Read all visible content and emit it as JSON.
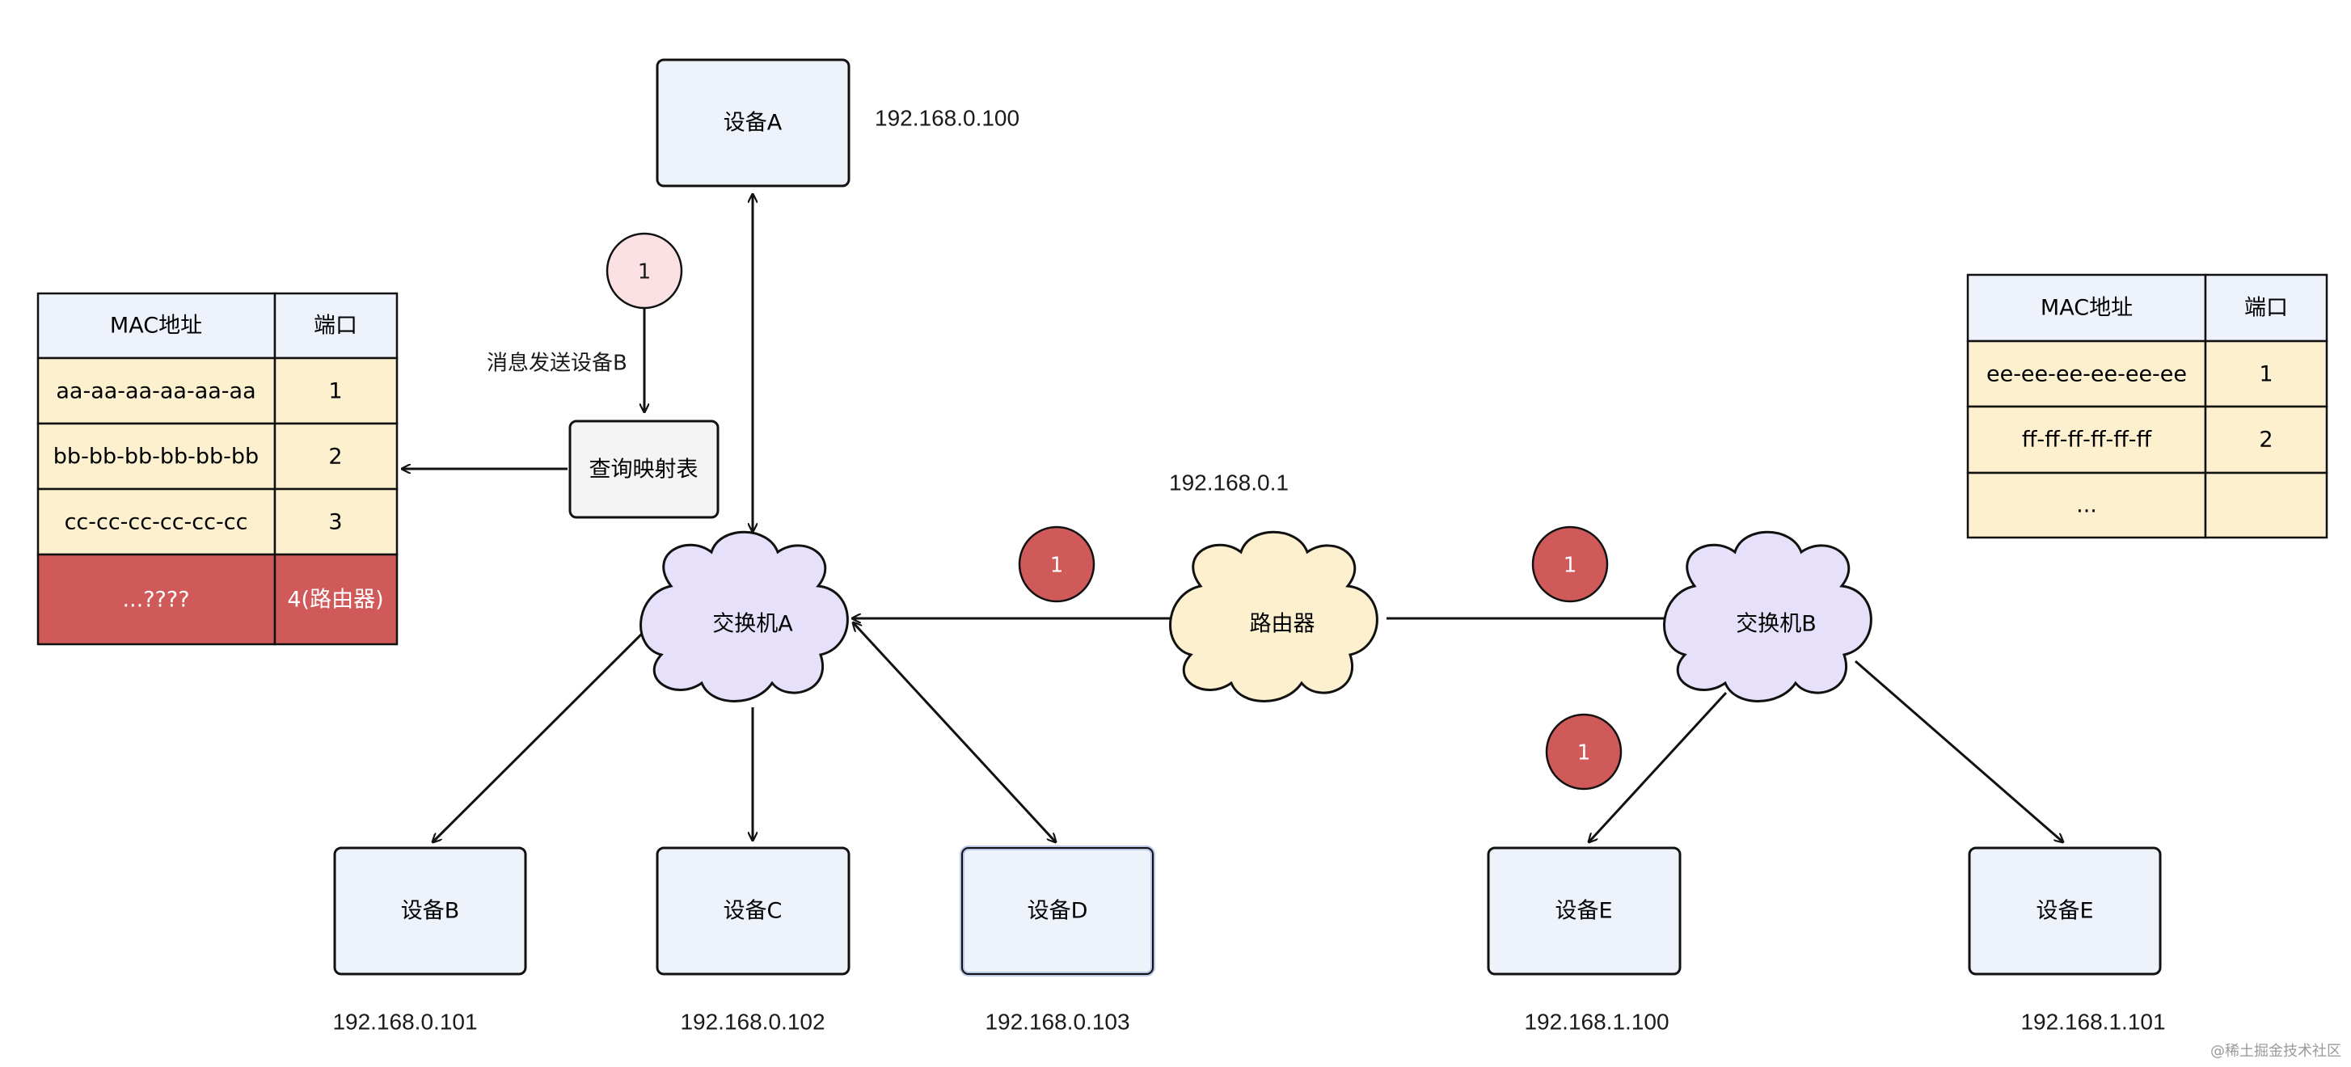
{
  "colors": {
    "device_fill": "#eef2fb",
    "switch_fill": "#e6e0fa",
    "router_fill": "#fdf0cf",
    "table_header_fill": "#eef2fb",
    "table_row_fill": "#fdf0cf",
    "table_highlight_fill": "#d05a5a",
    "badge_red": "#d05a5a",
    "badge_pink": "#fbe1e4",
    "line": "#111111"
  },
  "devices": {
    "a": {
      "label": "设备A",
      "ip": "192.168.0.100"
    },
    "b": {
      "label": "设备B",
      "ip": "192.168.0.101"
    },
    "c": {
      "label": "设备C",
      "ip": "192.168.0.102"
    },
    "d": {
      "label": "设备D",
      "ip": "192.168.0.103"
    },
    "e1": {
      "label": "设备E",
      "ip": "192.168.1.100"
    },
    "e2": {
      "label": "设备E",
      "ip": "192.168.1.101"
    }
  },
  "network": {
    "switch_a": "交换机A",
    "router": "路由器",
    "router_ip": "192.168.0.1",
    "switch_b": "交换机B"
  },
  "process": {
    "lookup_box": "查询映射表",
    "message_label": "消息发送设备B"
  },
  "badges": {
    "step_top": "1",
    "step_mid_left": "1",
    "step_mid_right": "1",
    "step_bottom": "1"
  },
  "table_a": {
    "headers": [
      "MAC地址",
      "端口"
    ],
    "rows": [
      [
        "aa-aa-aa-aa-aa-aa",
        "1"
      ],
      [
        "bb-bb-bb-bb-bb-bb",
        "2"
      ],
      [
        "cc-cc-cc-cc-cc-cc",
        "3"
      ],
      [
        "...????",
        "4(路由器)"
      ]
    ]
  },
  "table_b": {
    "headers": [
      "MAC地址",
      "端口"
    ],
    "rows": [
      [
        "ee-ee-ee-ee-ee-ee",
        "1"
      ],
      [
        "ff-ff-ff-ff-ff-ff",
        "2"
      ],
      [
        "...",
        ""
      ]
    ]
  },
  "watermark": "@稀土掘金技术社区"
}
